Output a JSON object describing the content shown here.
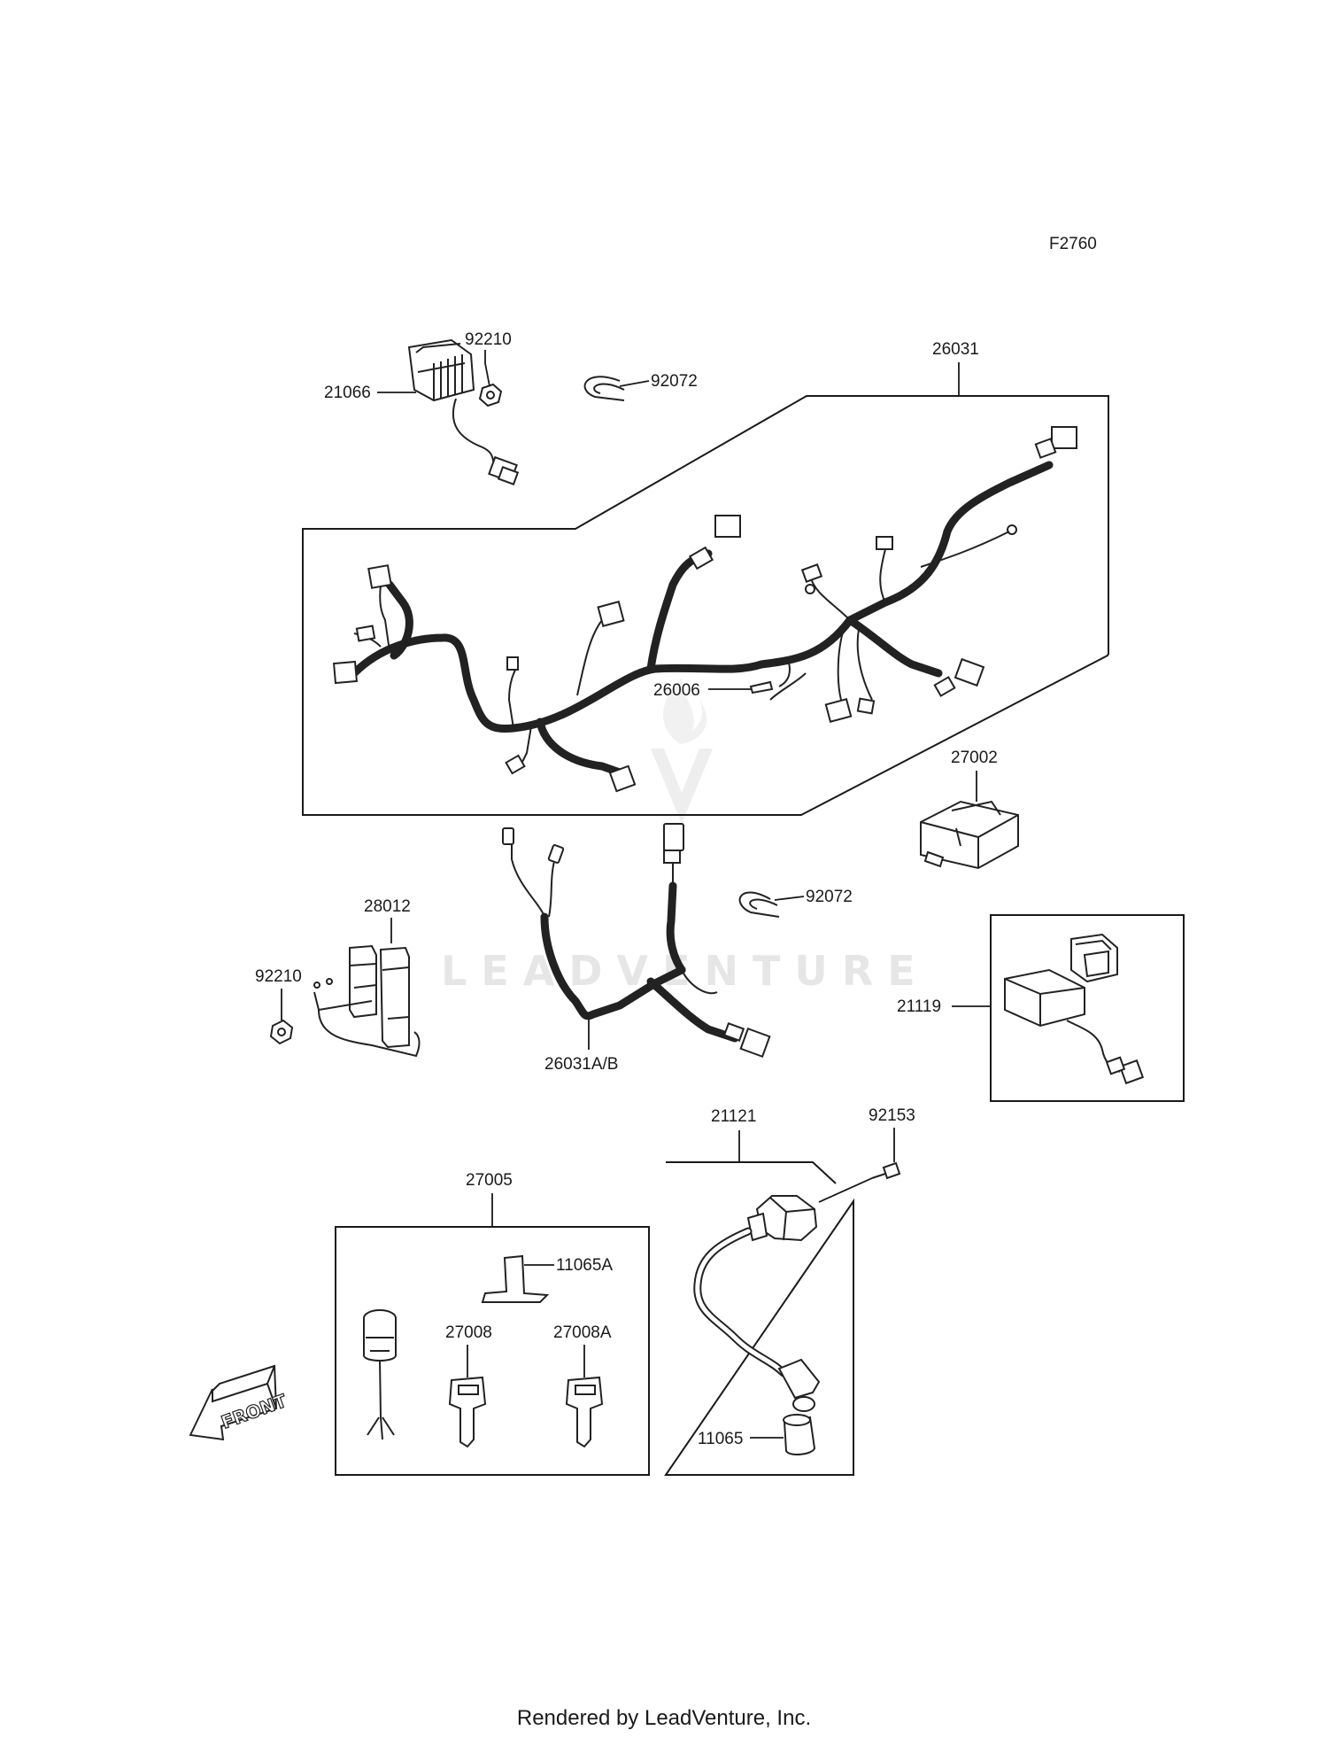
{
  "diagram_code": "F2760",
  "watermark": "LEADVENTURE",
  "footer": "Rendered by LeadVenture, Inc.",
  "front_label": "FRONT",
  "labels": {
    "p21066": "21066",
    "p92210_top": "92210",
    "p92072_top": "92072",
    "p26031": "26031",
    "p26006": "26006",
    "p27002": "27002",
    "p28012": "28012",
    "p92210_mid": "92210",
    "p92072_mid": "92072",
    "p26031ab": "26031A/B",
    "p21119": "21119",
    "p21121": "21121",
    "p92153": "92153",
    "p27005": "27005",
    "p11065a": "11065A",
    "p27008": "27008",
    "p27008a": "27008A",
    "p11065": "11065"
  }
}
